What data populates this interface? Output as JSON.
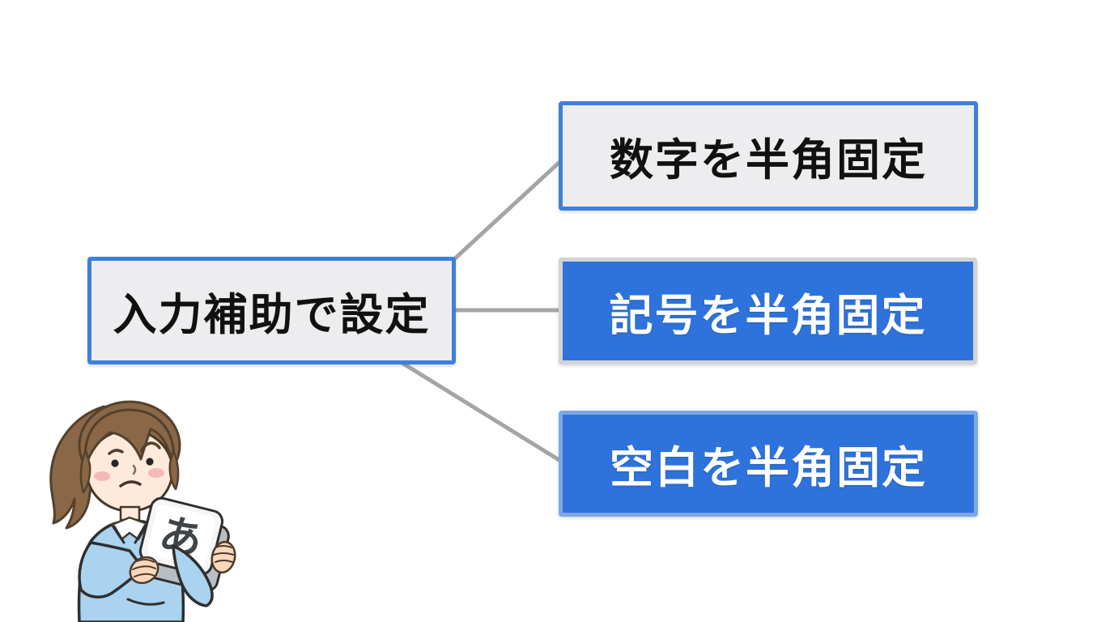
{
  "diagram": {
    "root": {
      "label": "入力補助で設定",
      "variant": "outlined"
    },
    "children": [
      {
        "label": "数字を半角固定",
        "variant": "outlined"
      },
      {
        "label": "記号を半角固定",
        "variant": "filled"
      },
      {
        "label": "空白を半角固定",
        "variant": "filled"
      }
    ]
  },
  "illustration": {
    "name": "worried-woman-holding-kana-key",
    "key_label": "あ"
  },
  "colors": {
    "fill_blue": "#2e73dc",
    "border_blue": "#3e7fdb",
    "box_gray_fill": "#ededef",
    "border_gray": "#d3d3d4",
    "border_light_blue": "#7ea7e8",
    "connector_gray": "#a5a5a5",
    "text_dark": "#111111",
    "text_white": "#ffffff"
  }
}
